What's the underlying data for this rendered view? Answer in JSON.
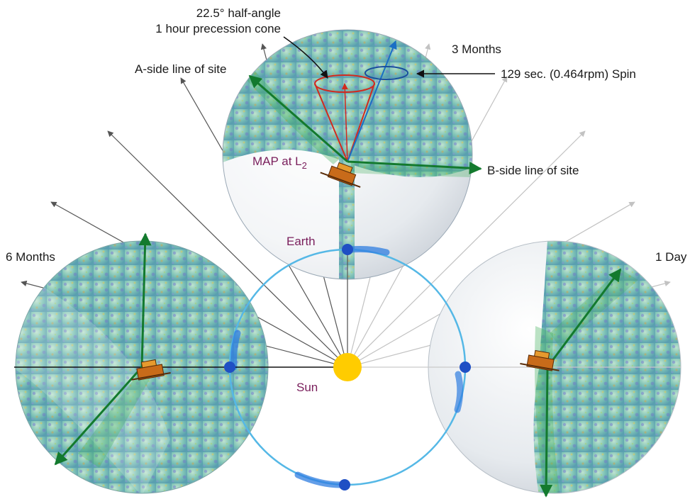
{
  "labels": {
    "half_angle_line1": "22.5° half-angle",
    "half_angle_line2": "1 hour precession cone",
    "three_months": "3 Months",
    "a_side": "A-side line of site",
    "spin": "129 sec. (0.464rpm) Spin",
    "map_at_l2": "MAP at L",
    "l2_subscript": "2",
    "b_side": "B-side line of site",
    "earth": "Earth",
    "six_months": "6 Months",
    "one_day": "1 Day",
    "sun": "Sun"
  },
  "colors": {
    "orbit": "#55b8e6",
    "earth_dot": "#1f4fc4",
    "sun": "#ffcc00",
    "line_of_site": "#137a2e",
    "precession_cone": "#d22a1e",
    "spin_ellipse": "#1a4f9e",
    "label_purple": "#7a1f5c"
  },
  "icons": {
    "spacecraft": "map-spacecraft-icon",
    "sun": "sun-icon",
    "earth": "earth-icon"
  }
}
